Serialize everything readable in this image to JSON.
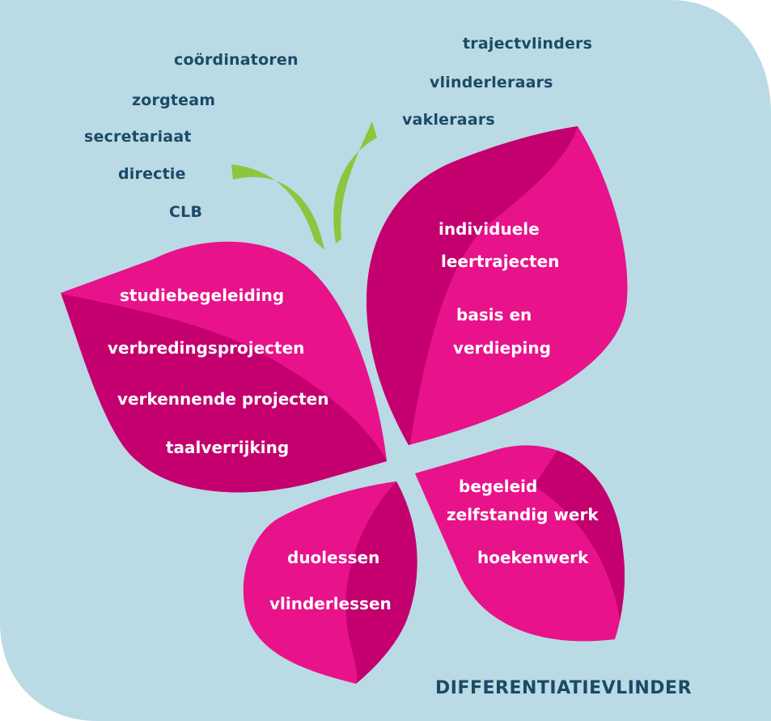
{
  "title": "DIFFERENTIATIEVLINDER",
  "colors": {
    "background": "#badae6",
    "wing_bright": "#e8128a",
    "wing_dark": "#c4006f",
    "antenna": "#8cc63f",
    "text_dark": "#1c4a66",
    "text_light": "#ffffff"
  },
  "antenna_left_labels": [
    "coördinatoren",
    "zorgteam",
    "secretariaat",
    "directie",
    "CLB"
  ],
  "antenna_right_labels": [
    "trajectvlinders",
    "vlinderleraars",
    "vakleraars"
  ],
  "wings": {
    "upper_left": [
      "studiebegeleiding",
      "verbredingsprojecten",
      "verkennende projecten",
      "taalverrijking"
    ],
    "upper_right": [
      "individuele",
      "leertrajecten",
      "basis en",
      "verdieping"
    ],
    "lower_left": [
      "duolessen",
      "vlinderlessen"
    ],
    "lower_right": [
      "begeleid",
      "zelfstandig werk",
      "hoekenwerk"
    ]
  }
}
